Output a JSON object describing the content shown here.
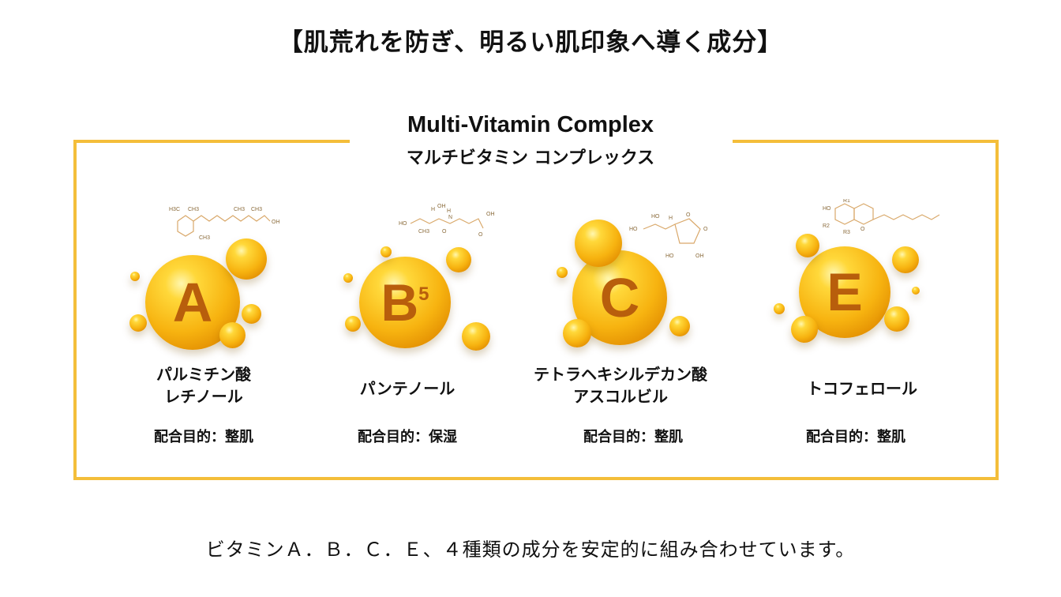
{
  "title": "【肌荒れを防ぎ、明るい肌印象へ導く成分】",
  "heading": {
    "en": "Multi-Vitamin Complex",
    "jp": "マルチビタミン コンプレックス"
  },
  "colors": {
    "frame": "#F4BE3A",
    "letter": "#B85E0C",
    "ball": "#F7B310"
  },
  "vitamins": [
    {
      "letter": "A",
      "sup": "",
      "name_line1": "パルミチン酸",
      "name_line2": "レチノール",
      "purpose": "配合目的：整肌",
      "mol_labels": [
        "H3C",
        "CH3",
        "CH3",
        "CH3",
        "CH3",
        "OH"
      ]
    },
    {
      "letter": "B",
      "sup": "5",
      "name_line1": "パンテノール",
      "name_line2": "",
      "purpose": "配合目的：保湿",
      "mol_labels": [
        "HO",
        "CH3",
        "H",
        "OH",
        "H",
        "N",
        "OH",
        "O",
        "O"
      ]
    },
    {
      "letter": "C",
      "sup": "",
      "name_line1": "テトラヘキシルデカン酸",
      "name_line2": "アスコルビル",
      "purpose": "配合目的：整肌",
      "mol_labels": [
        "HO",
        "HO",
        "H",
        "O",
        "O",
        "HO",
        "OH"
      ]
    },
    {
      "letter": "E",
      "sup": "",
      "name_line1": "トコフェロール",
      "name_line2": "",
      "purpose": "配合目的：整肌",
      "mol_labels": [
        "HO",
        "R1",
        "R2",
        "R3",
        "O"
      ]
    }
  ],
  "footer": "ビタミンＡ．Ｂ．Ｃ．Ｅ、４種類の成分を安定的に組み合わせています。"
}
